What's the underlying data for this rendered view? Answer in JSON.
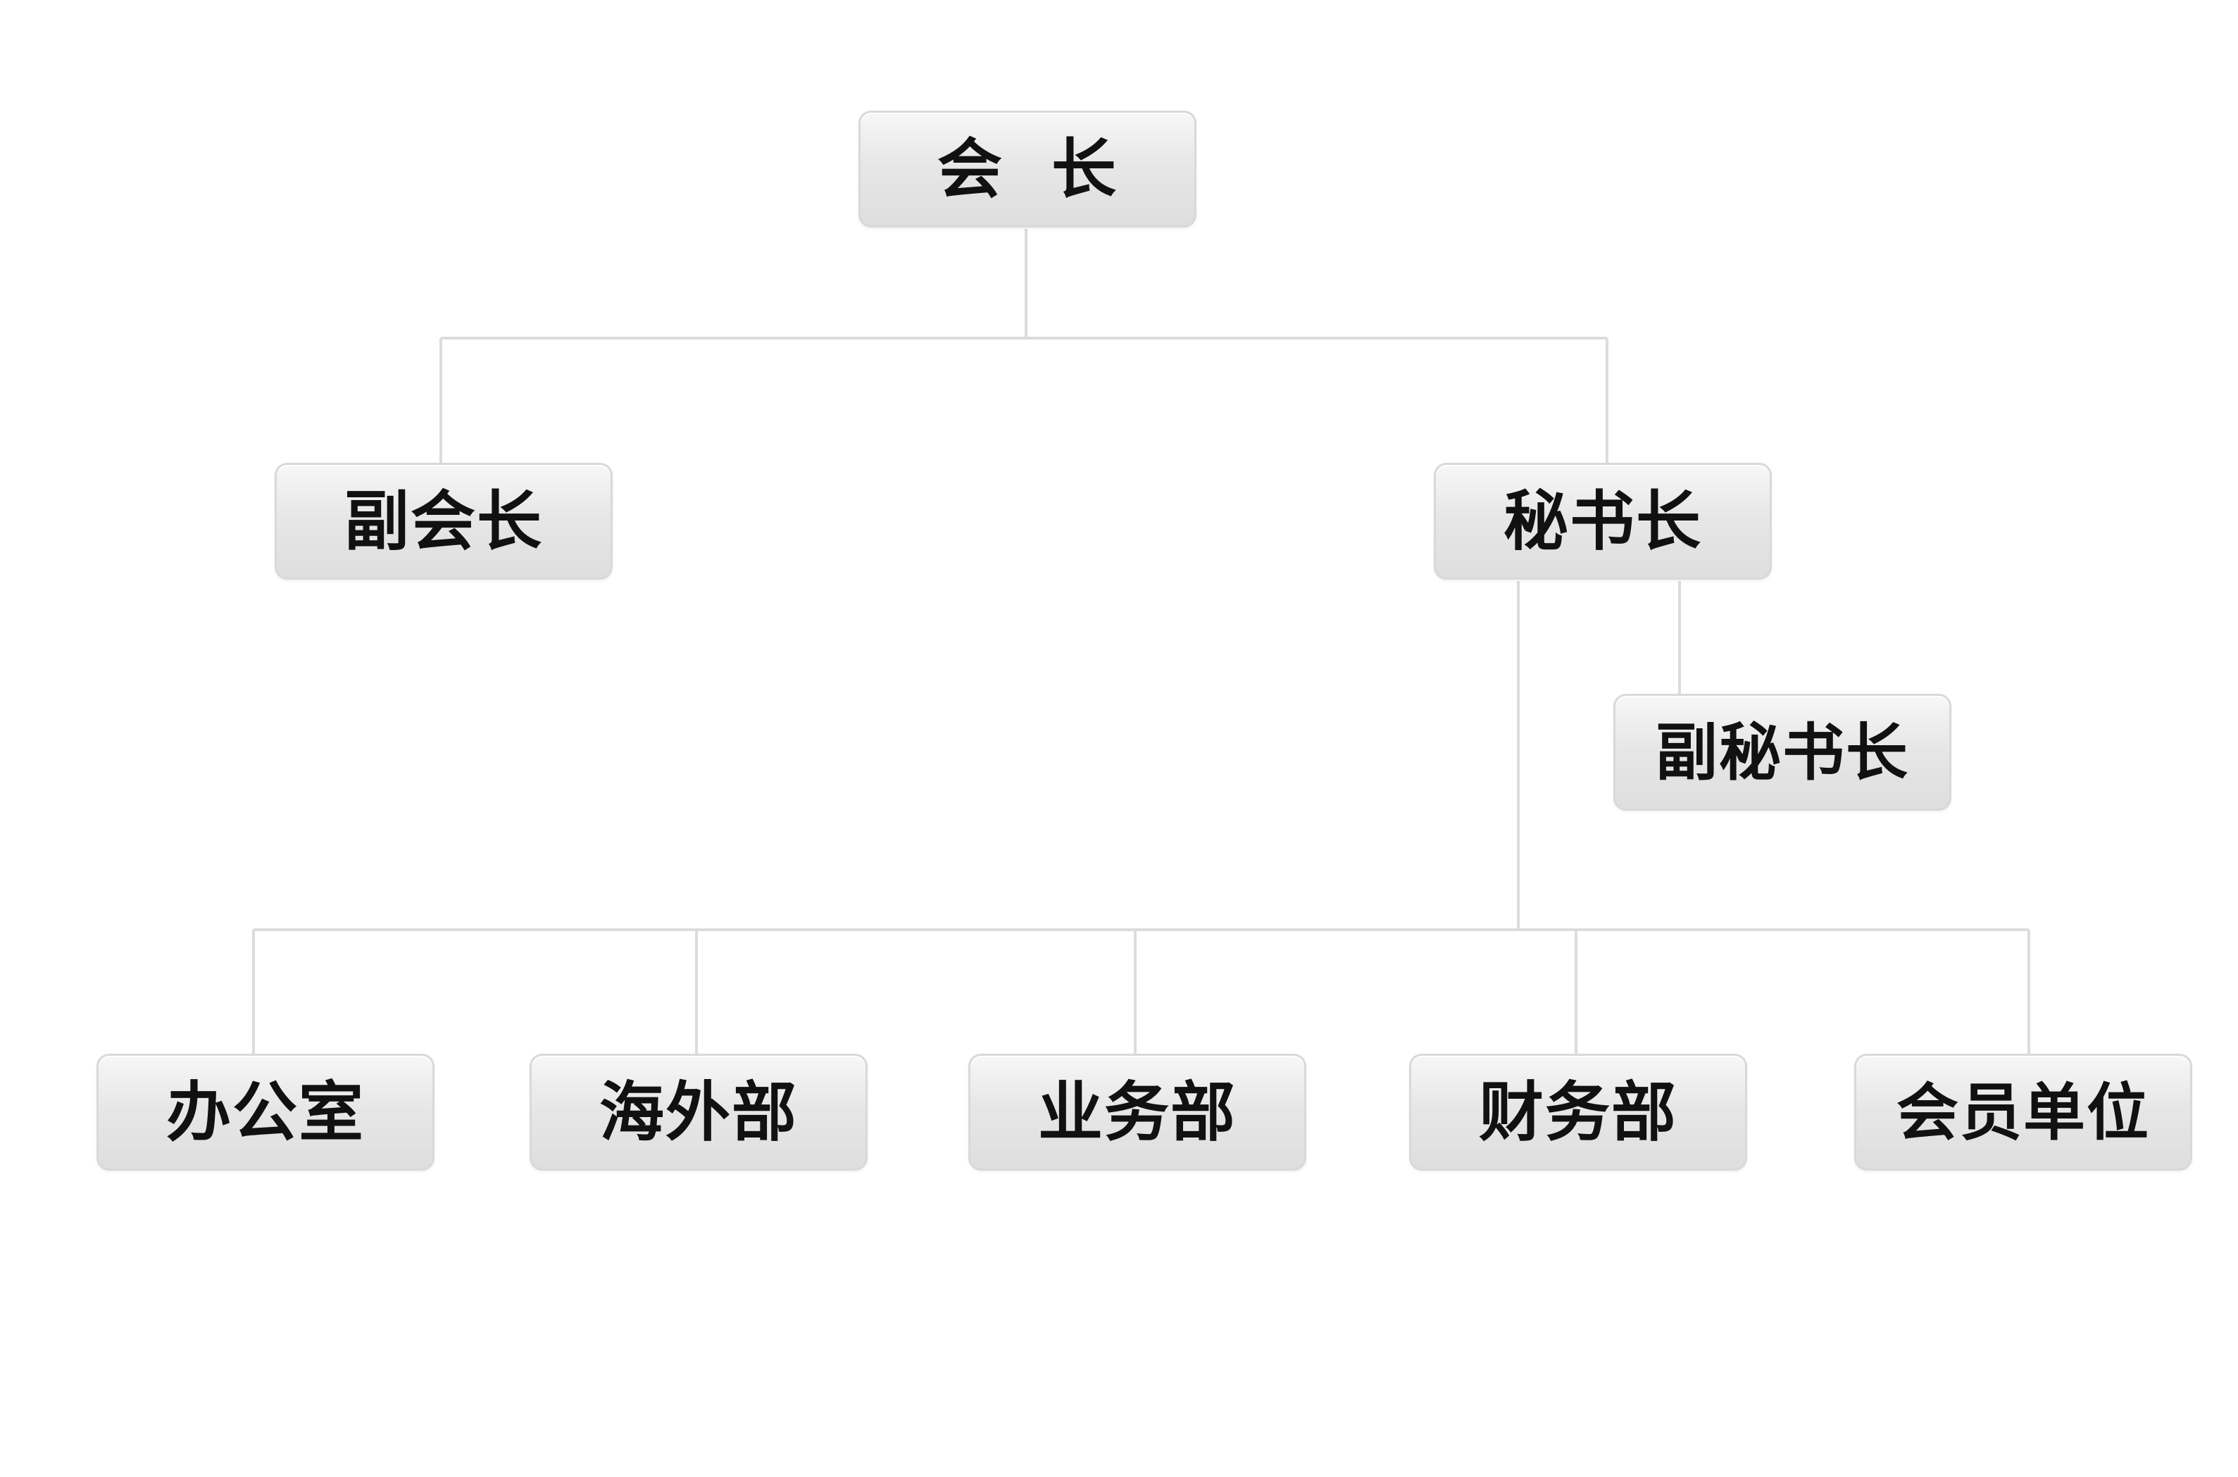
{
  "chart": {
    "president": "会  长",
    "vice_president": "副会长",
    "secretary_general": "秘书长",
    "deputy_secretary_general": "副秘书长",
    "departments": [
      {
        "label": "办公室"
      },
      {
        "label": "海外部"
      },
      {
        "label": "业务部"
      },
      {
        "label": "财务部"
      },
      {
        "label": "会员单位"
      }
    ]
  },
  "colors": {
    "connector": "#dcdcdc",
    "box_border": "#d9d9d9",
    "box_fill_top": "#f7f7f7",
    "box_fill_bottom": "#dedede",
    "text": "#111111"
  }
}
